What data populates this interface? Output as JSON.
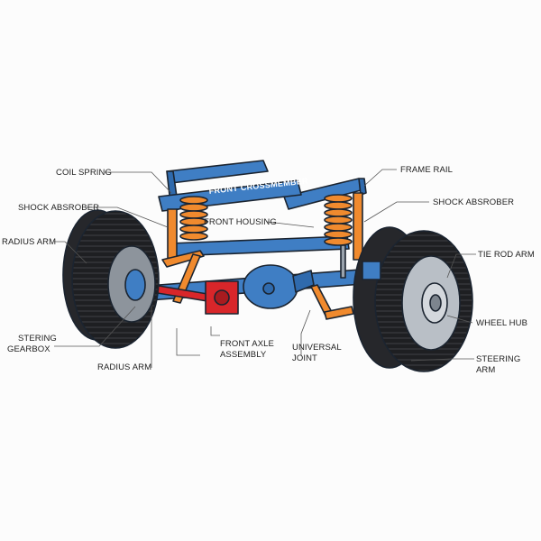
{
  "diagram": {
    "colors": {
      "frame_blue": "#3f7ec4",
      "spring_orange": "#f08a2e",
      "housing_red": "#d8262a",
      "tire_black": "#1e1f22",
      "outline": "#1b2430"
    },
    "band_text": "FRONT CROSSMEMBER",
    "labels": {
      "coil_spring": "COIL SPRING",
      "shock_left": "SHOCK ABSROBER",
      "radius_arm_left": "RADIUS ARM",
      "stering_gearbox_1": "STERING",
      "stering_gearbox_2": "GEARBOX",
      "radius_arm_bottom": "RADIUS ARM",
      "front_housing": "FRONT HOUSING",
      "front_axle_1": "FRONT AXLE",
      "front_axle_2": "ASSEMBLY",
      "universal_1": "UNIVERSAL",
      "universal_2": "JOINT",
      "frame_rail": "FRAME RAIL",
      "shock_right": "SHOCK ABSROBER",
      "tie_rod": "TIE ROD ARM",
      "wheel_hub": "WHEEL HUB",
      "steering_arm_1": "STEERING",
      "steering_arm_2": "ARM"
    }
  }
}
